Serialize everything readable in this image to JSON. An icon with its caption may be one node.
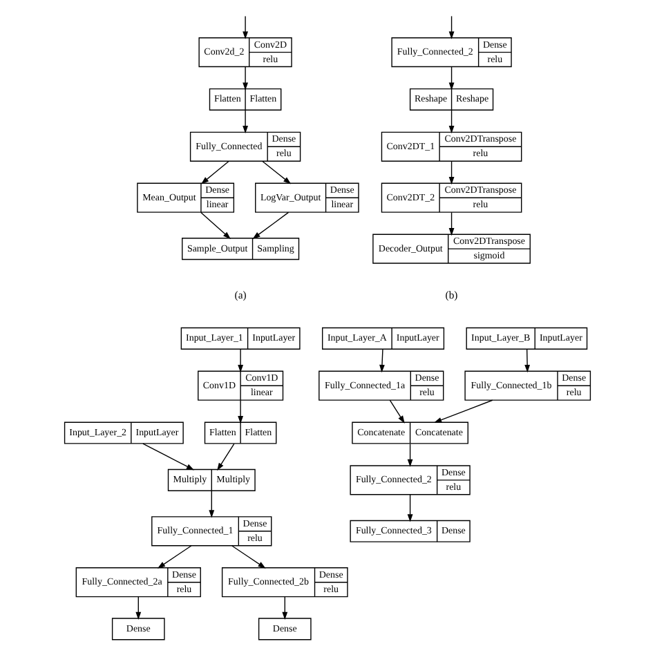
{
  "diagram": {
    "nodes": [
      {
        "text": [
          "Conv2d_2",
          "Conv2D",
          "relu"
        ]
      },
      {
        "text": [
          "Flatten",
          "Flatten"
        ]
      },
      {
        "text": [
          "Fully_Connected",
          "Dense",
          "relu"
        ]
      },
      {
        "text": [
          "Mean_Output",
          "Dense",
          "linear"
        ]
      },
      {
        "text": [
          "LogVar_Output",
          "Dense",
          "linear"
        ]
      },
      {
        "text": [
          "Sample_Output",
          "Sampling"
        ]
      },
      {
        "text": [
          "Fully_Connected_2",
          "Dense",
          "relu"
        ]
      },
      {
        "text": [
          "Reshape",
          "Reshape"
        ]
      },
      {
        "text": [
          "Conv2DT_1",
          "Conv2DTranspose",
          "relu"
        ]
      },
      {
        "text": [
          "Conv2DT_2",
          "Conv2DTranspose",
          "relu"
        ]
      },
      {
        "text": [
          "Decoder_Output",
          "Conv2DTranspose",
          "sigmoid"
        ]
      },
      {
        "text": [
          "Input_Layer_1",
          "InputLayer"
        ]
      },
      {
        "text": [
          "Conv1D",
          "Conv1D",
          "linear"
        ]
      },
      {
        "text": [
          "Flatten",
          "Flatten"
        ]
      },
      {
        "text": [
          "Input_Layer_2",
          "InputLayer"
        ]
      },
      {
        "text": [
          "Multiply",
          "Multiply"
        ]
      },
      {
        "text": [
          "Fully_Connected_1",
          "Dense",
          "relu"
        ]
      },
      {
        "text": [
          "Fully_Connected_2a",
          "Dense",
          "relu"
        ]
      },
      {
        "text": [
          "Fully_Connected_2b",
          "Dense",
          "relu"
        ]
      },
      {
        "text": [
          "Dense"
        ]
      },
      {
        "text": [
          "Dense"
        ]
      },
      {
        "text": [
          "Input_Layer_A",
          "InputLayer"
        ]
      },
      {
        "text": [
          "Input_Layer_B",
          "InputLayer"
        ]
      },
      {
        "text": [
          "Fully_Connected_1a",
          "Dense",
          "relu"
        ]
      },
      {
        "text": [
          "Fully_Connected_1b",
          "Dense",
          "relu"
        ]
      },
      {
        "text": [
          "Concatenate",
          "Concatenate"
        ]
      },
      {
        "text": [
          "Fully_Connected_2",
          "Dense",
          "relu"
        ]
      },
      {
        "text": [
          "Fully_Connected_3",
          "Dense"
        ]
      }
    ],
    "edges": [
      {
        "from": null,
        "to": 0,
        "arrow": "to"
      },
      {
        "from": 0,
        "to": 1,
        "arrow": "to"
      },
      {
        "from": 1,
        "to": 2,
        "arrow": "to"
      },
      {
        "from": 2,
        "to": 3,
        "arrow": "to"
      },
      {
        "from": 2,
        "to": 4,
        "arrow": "to"
      },
      {
        "from": 3,
        "to": 5,
        "arrow": "to"
      },
      {
        "from": 4,
        "to": 5,
        "arrow": "to"
      },
      {
        "from": null,
        "to": 6,
        "arrow": "to"
      },
      {
        "from": 6,
        "to": 7,
        "arrow": "to"
      },
      {
        "from": 7,
        "to": 8,
        "arrow": "to"
      },
      {
        "from": 8,
        "to": 9,
        "arrow": "to"
      },
      {
        "from": 9,
        "to": 10,
        "arrow": "to"
      },
      {
        "from": 11,
        "to": 12,
        "arrow": "to"
      },
      {
        "from": 12,
        "to": 13,
        "arrow": "to"
      },
      {
        "from": 13,
        "to": 15,
        "arrow": "to"
      },
      {
        "from": 14,
        "to": 15,
        "arrow": "to"
      },
      {
        "from": 15,
        "to": 16,
        "arrow": "to"
      },
      {
        "from": 16,
        "to": 17,
        "arrow": "to"
      },
      {
        "from": 16,
        "to": 18,
        "arrow": "to"
      },
      {
        "from": 17,
        "to": 19,
        "arrow": "to"
      },
      {
        "from": 18,
        "to": 20,
        "arrow": "to"
      },
      {
        "from": 21,
        "to": 23,
        "arrow": "to"
      },
      {
        "from": 22,
        "to": 24,
        "arrow": "to"
      },
      {
        "from": 23,
        "to": 25,
        "arrow": "to"
      },
      {
        "from": 24,
        "to": 25,
        "arrow": "to"
      },
      {
        "from": 25,
        "to": 26,
        "arrow": "to"
      },
      {
        "from": 26,
        "to": 27,
        "arrow": "to"
      }
    ],
    "labels": [
      "(a)",
      "(b)"
    ]
  }
}
